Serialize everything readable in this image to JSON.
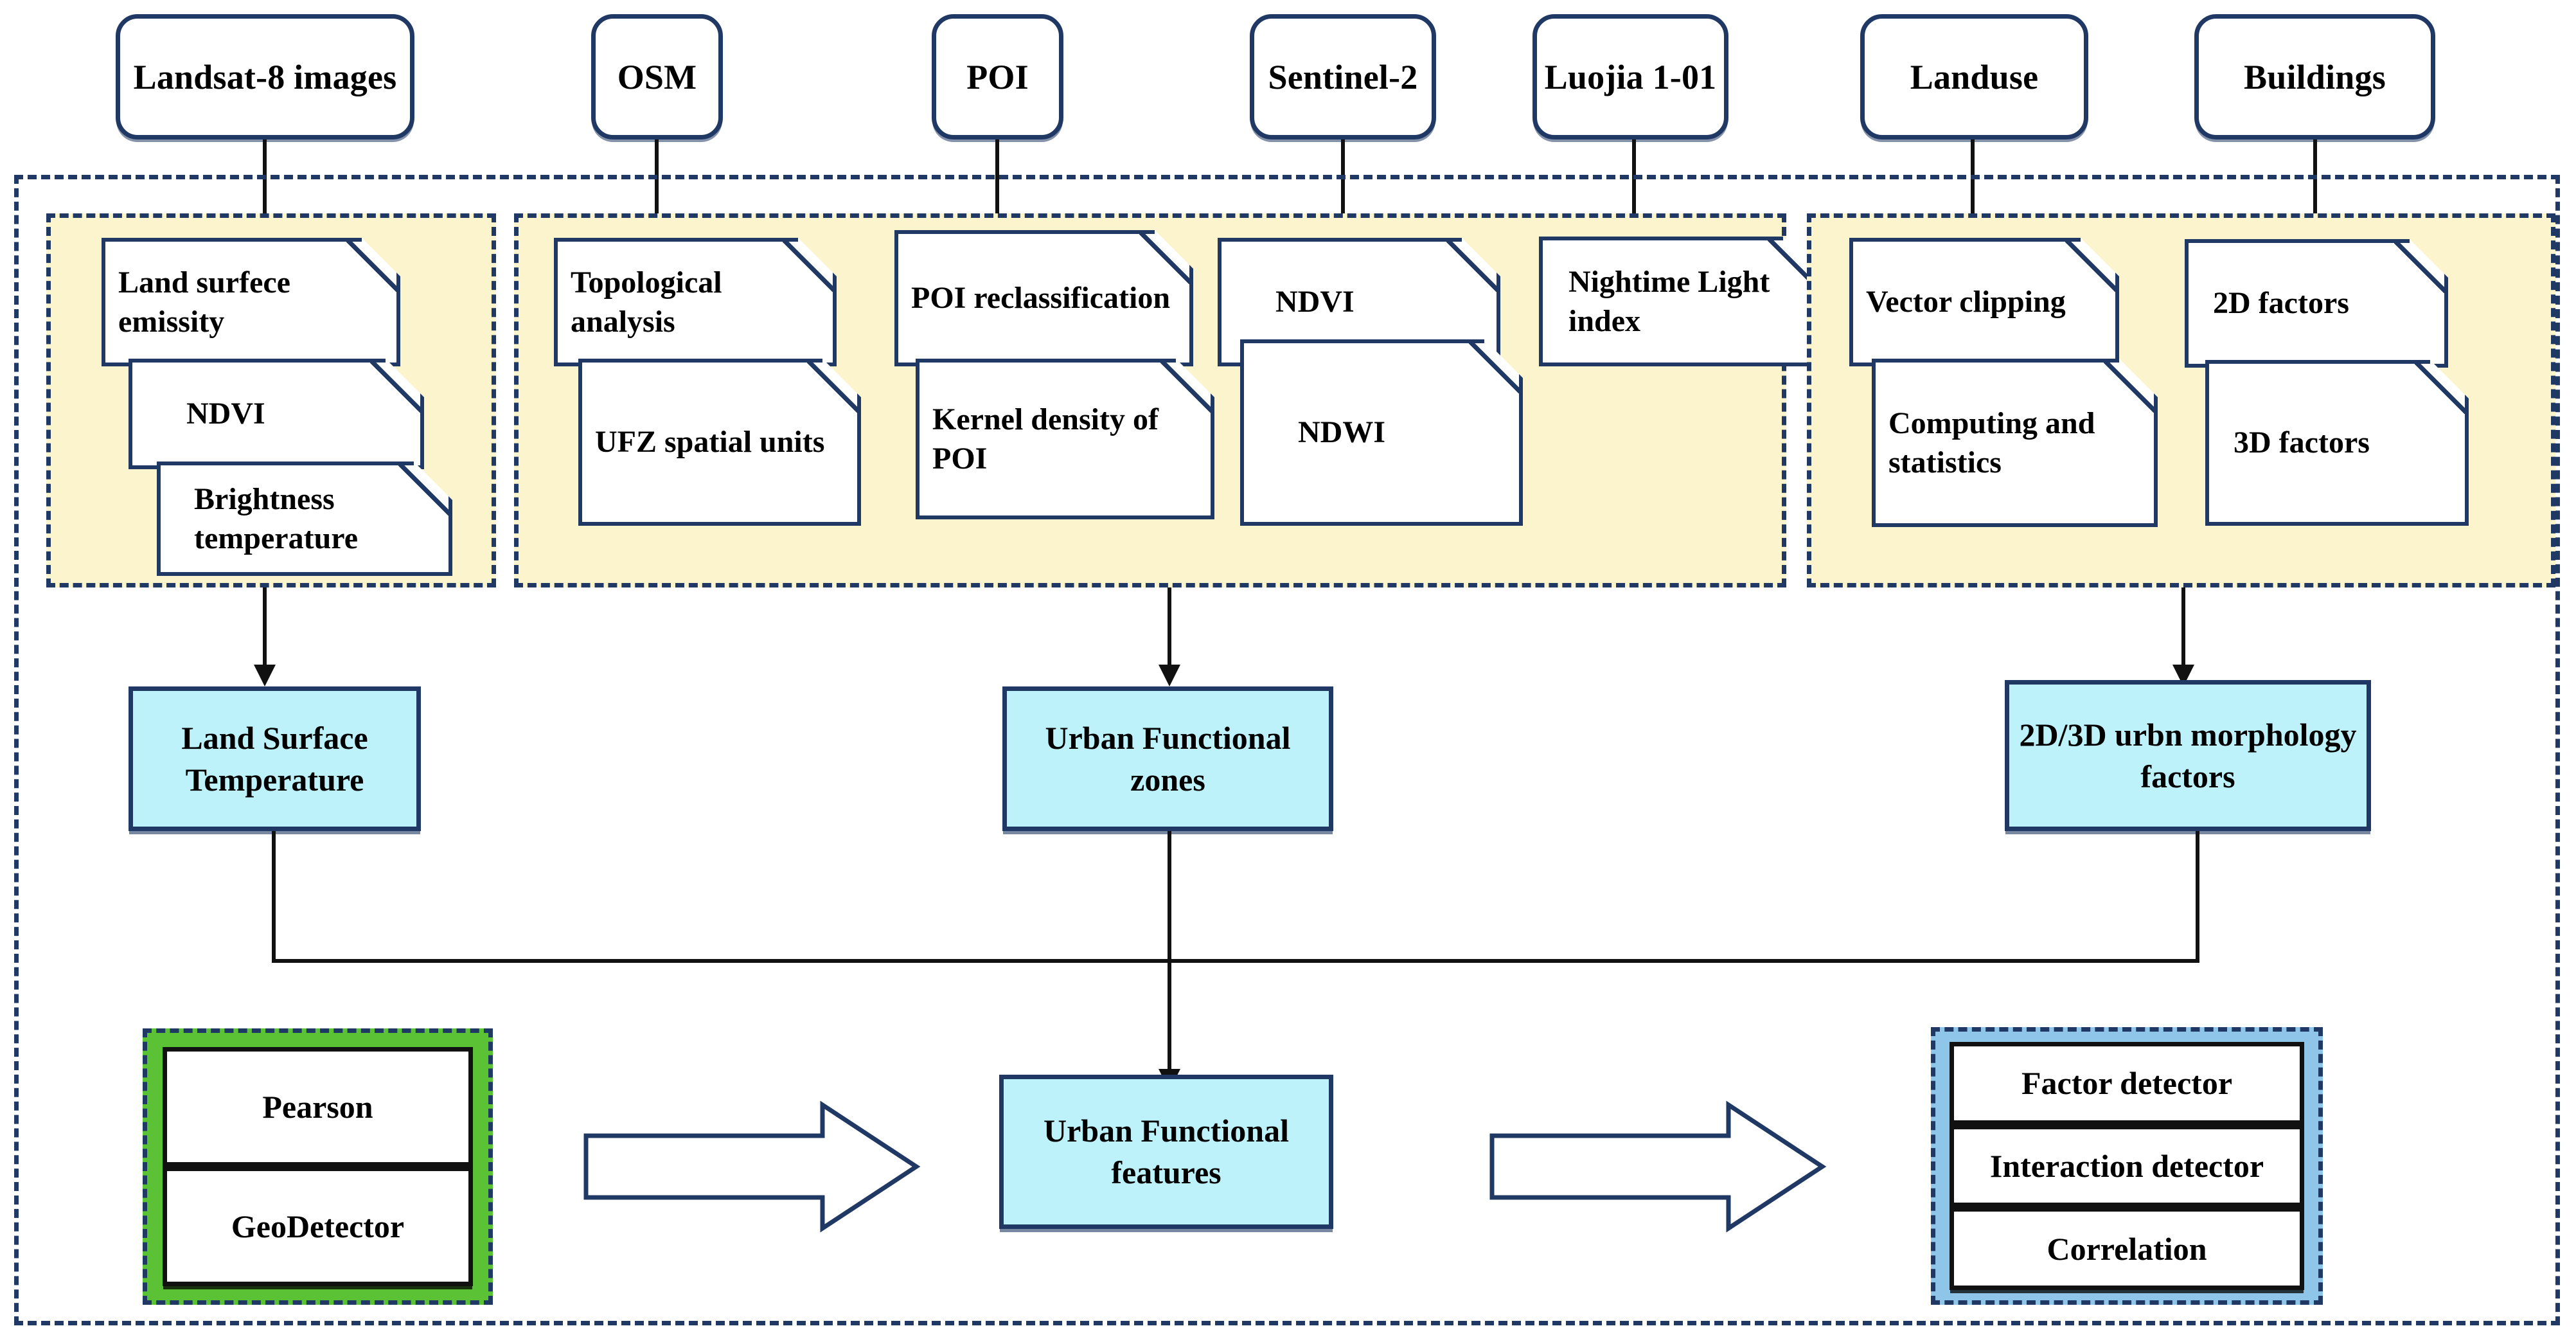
{
  "colors": {
    "outline": "#1f3864",
    "panel_fill": "#fbf4cd",
    "result_fill": "#bdf2fb",
    "green_group": "#5bc236",
    "blue_group": "#8ec5e8",
    "connector": "#111111"
  },
  "sources": [
    {
      "label": "Landsat-8 images"
    },
    {
      "label": "OSM"
    },
    {
      "label": "POI"
    },
    {
      "label": "Sentinel-2"
    },
    {
      "label": "Luojia 1-01"
    },
    {
      "label": "Landuse"
    },
    {
      "label": "Buildings"
    }
  ],
  "panels": [
    {
      "name": "lst-processing-panel",
      "steps": [
        {
          "label": "Land surfece emissity"
        },
        {
          "label": "NDVI"
        },
        {
          "label": "Brightness temperature"
        }
      ]
    },
    {
      "name": "ufz-processing-panel",
      "steps": [
        {
          "label": "Topological analysis"
        },
        {
          "label": "UFZ spatial units"
        },
        {
          "label": "POI reclassification"
        },
        {
          "label": "Kernel density of POI"
        },
        {
          "label": "NDVI"
        },
        {
          "label": "NDWI"
        },
        {
          "label": "Nightime Light index"
        }
      ]
    },
    {
      "name": "morphology-processing-panel",
      "steps": [
        {
          "label": "Vector clipping"
        },
        {
          "label": "Computing and statistics"
        },
        {
          "label": "2D factors"
        },
        {
          "label": "3D factors"
        }
      ]
    }
  ],
  "results": [
    {
      "name": "land-surface-temperature",
      "label": "Land Surface Temperature"
    },
    {
      "name": "urban-functional-zones",
      "label": "Urban Functional zones"
    },
    {
      "name": "urban-morphology-factors",
      "label": "2D/3D urbn morphology factors"
    }
  ],
  "features": {
    "name": "urban-functional-features",
    "label": "Urban Functional features"
  },
  "methods_group": {
    "name": "statistical-methods-group",
    "items": [
      {
        "label": "Pearson"
      },
      {
        "label": "GeoDetector"
      }
    ]
  },
  "detectors_group": {
    "name": "geodetector-outputs-group",
    "items": [
      {
        "label": "Factor detector"
      },
      {
        "label": "Interaction detector"
      },
      {
        "label": "Correlation"
      }
    ]
  }
}
